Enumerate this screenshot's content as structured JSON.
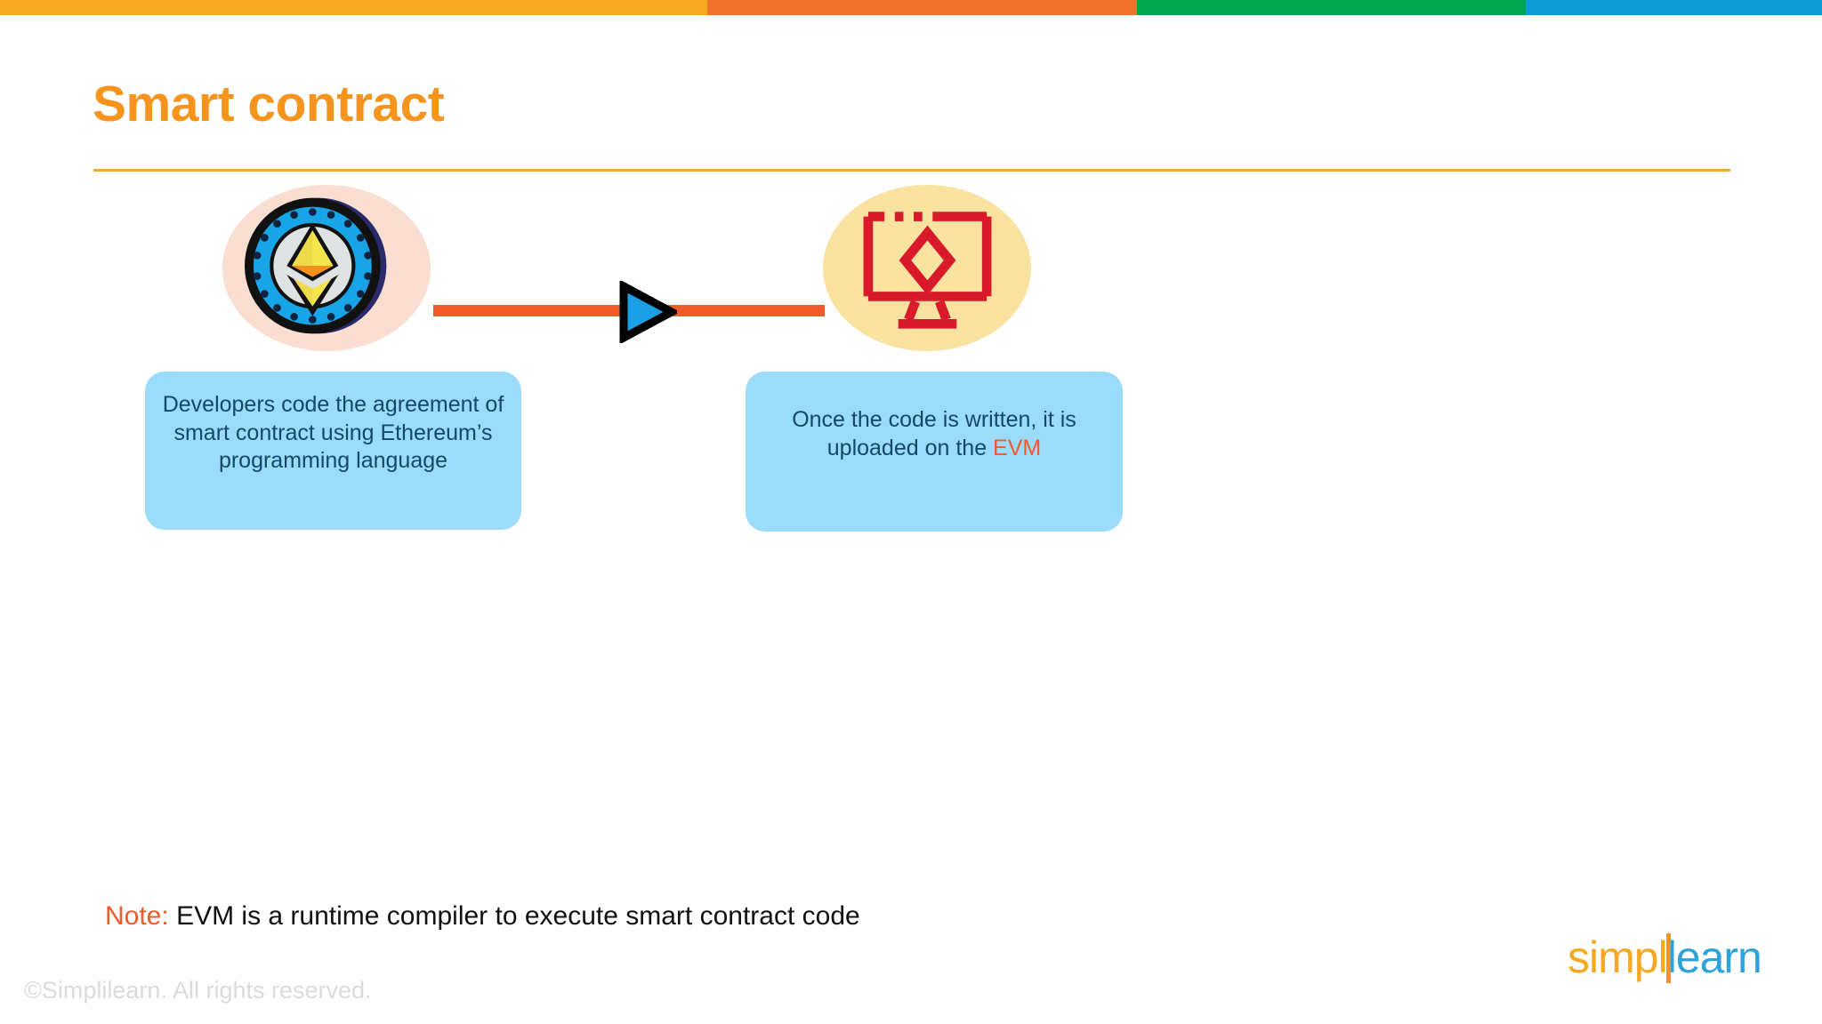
{
  "topbar": {
    "segments": [
      {
        "name": "amber",
        "color": "#F7A823"
      },
      {
        "name": "orange",
        "color": "#F1702A"
      },
      {
        "name": "green",
        "color": "#00A950"
      },
      {
        "name": "blue",
        "color": "#0F9BD7"
      }
    ]
  },
  "header": {
    "title": "Smart contract",
    "title_color": "#F7941E",
    "rule_color": "#F0A93B"
  },
  "diagram": {
    "steps": [
      {
        "icon": "ethereum-coin-icon",
        "icon_bg": "#FBDED2",
        "text_line_1": "Developers code the agreement of",
        "text_line_2": "smart contract using Ethereum’s",
        "text_line_3": "programming language",
        "box_color": "#9BDCFA",
        "text_color": "#14486B"
      },
      {
        "icon": "monitor-diamond-icon",
        "icon_bg": "#FAE3A0",
        "text_line_1": "Once the code is written, it is",
        "text_line_2_prefix": "uploaded on the ",
        "text_line_2_highlight": "EVM",
        "highlight_color": "#F15A29",
        "box_color": "#9BDCFA",
        "text_color": "#14486B"
      }
    ],
    "connector": {
      "name": "arrow-connector",
      "line_color": "#F15A29",
      "arrow_fill": "#1BA0E8",
      "arrow_stroke": "#000000"
    }
  },
  "note": {
    "label": "Note:",
    "label_color": "#F15A29",
    "text": "EVM is a runtime compiler to execute smart contract code"
  },
  "footer": {
    "copyright": "©Simplilearn. All rights reserved.",
    "logo": {
      "part_1": "simpl",
      "part_2": "learn",
      "part_1_color": "#F7A823",
      "part_2_color": "#30A2DB"
    }
  }
}
